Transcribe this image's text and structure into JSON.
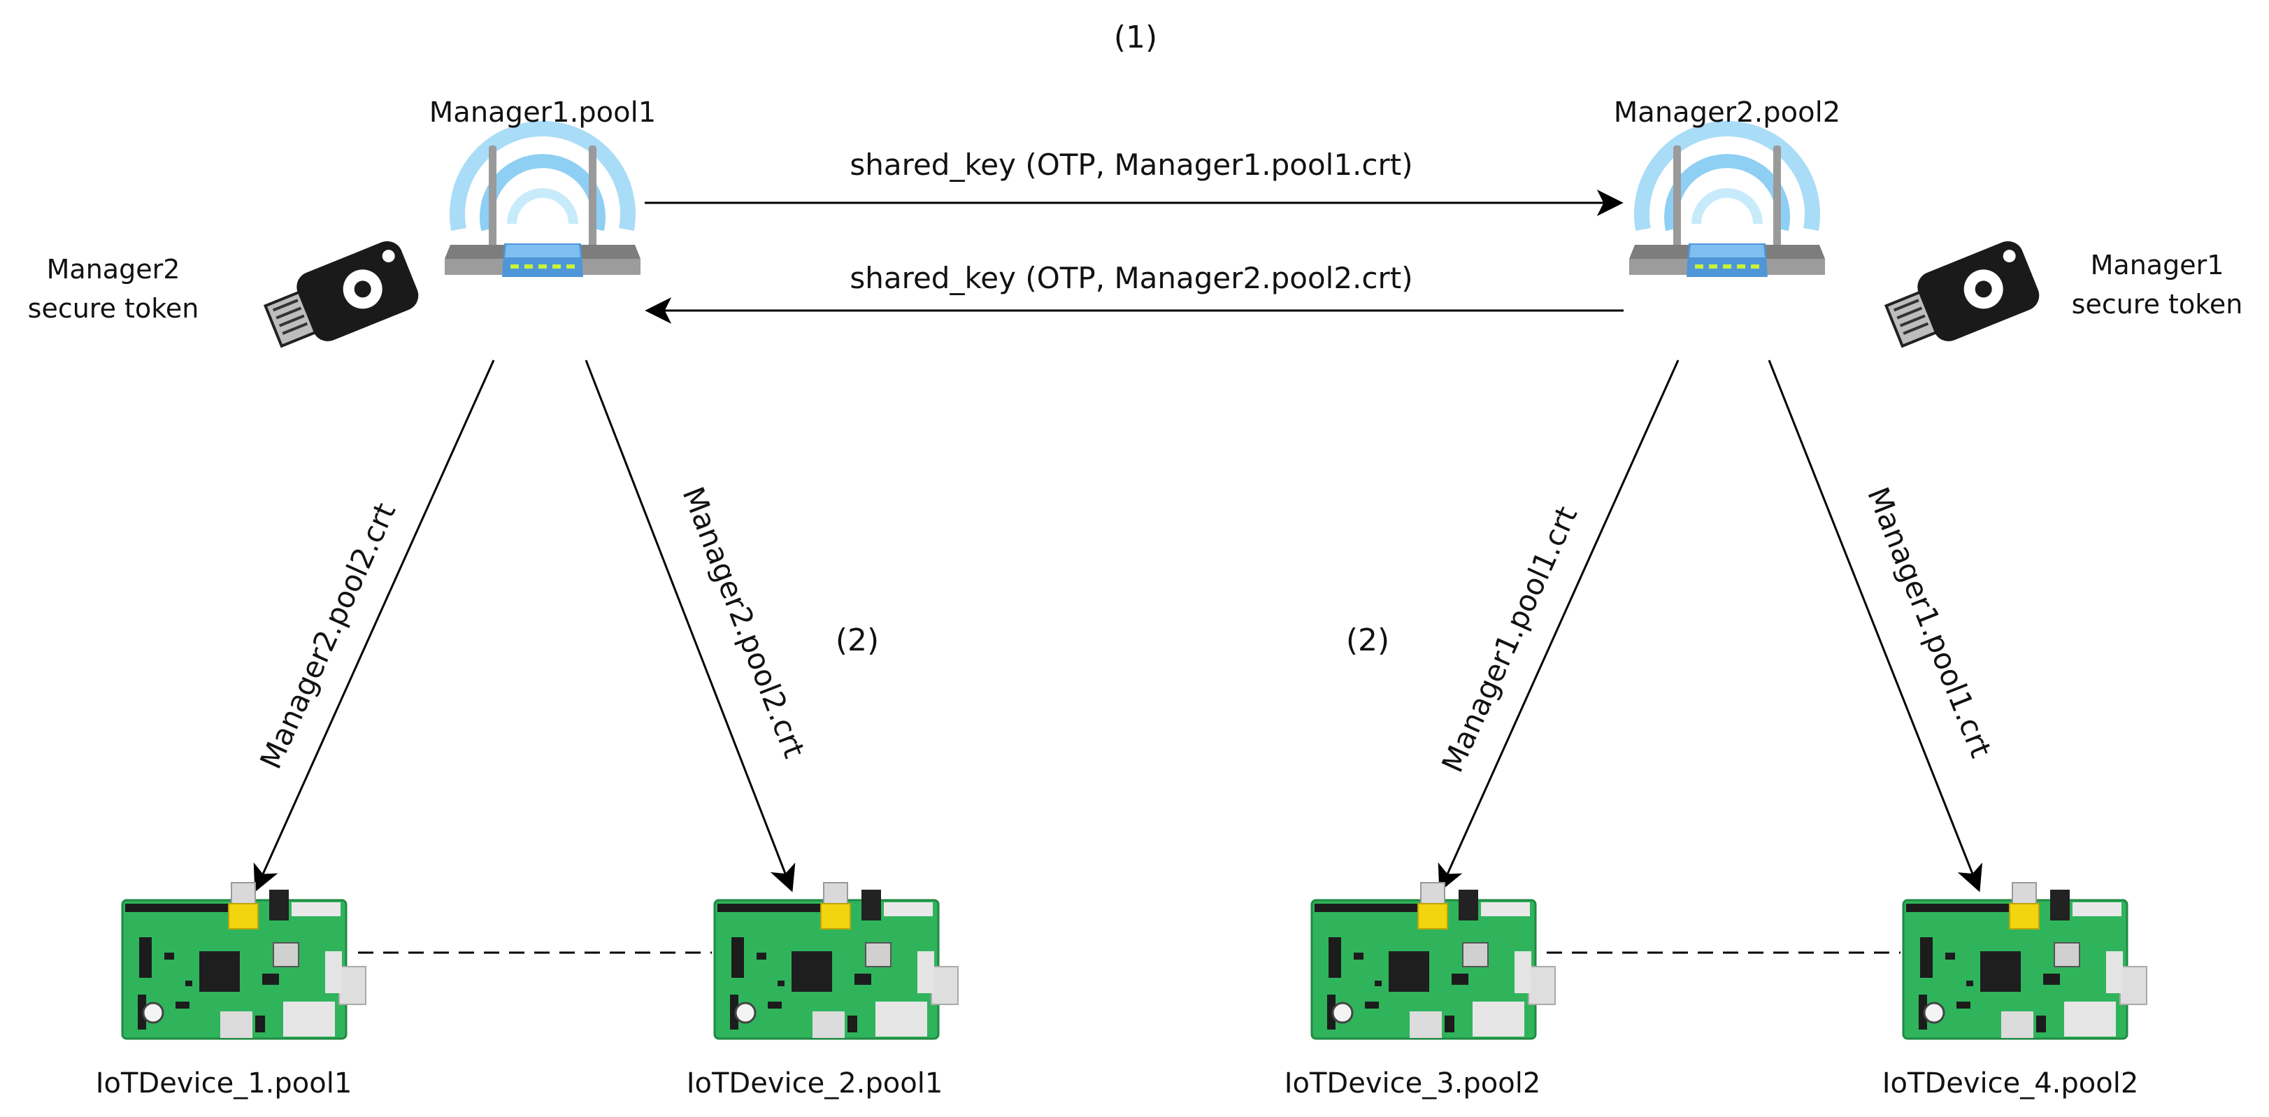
{
  "step_labels": {
    "step1": "(1)",
    "step2_left": "(2)",
    "step2_right": "(2)"
  },
  "managers": [
    {
      "name": "Manager1.pool1"
    },
    {
      "name": "Manager2.pool2"
    }
  ],
  "tokens": [
    {
      "line1": "Manager2",
      "line2": "secure token"
    },
    {
      "line1": "Manager1",
      "line2": "secure token"
    }
  ],
  "exchange": {
    "to_manager2": "shared_key (OTP, Manager1.pool1.crt)",
    "to_manager1": "shared_key (OTP, Manager2.pool2.crt)"
  },
  "edges": {
    "m1_dev1": "Manager2.pool2.crt",
    "m1_dev2": "Manager2.pool2.crt",
    "m2_dev3": "Manager1.pool1.crt",
    "m2_dev4": "Manager1.pool1.crt"
  },
  "devices": [
    {
      "name": "IoTDevice_1.pool1"
    },
    {
      "name": "IoTDevice_2.pool1"
    },
    {
      "name": "IoTDevice_3.pool2"
    },
    {
      "name": "IoTDevice_4.pool2"
    }
  ],
  "colors": {
    "wifi_arc": "#8ecff3",
    "board_green": "#2fb45c",
    "router_blue": "#4e96d8",
    "token_body": "#1a1a1a"
  },
  "icons": {
    "manager": "wifi-router-icon",
    "token": "usb-security-key-icon",
    "device": "raspberry-pi-board-icon"
  }
}
